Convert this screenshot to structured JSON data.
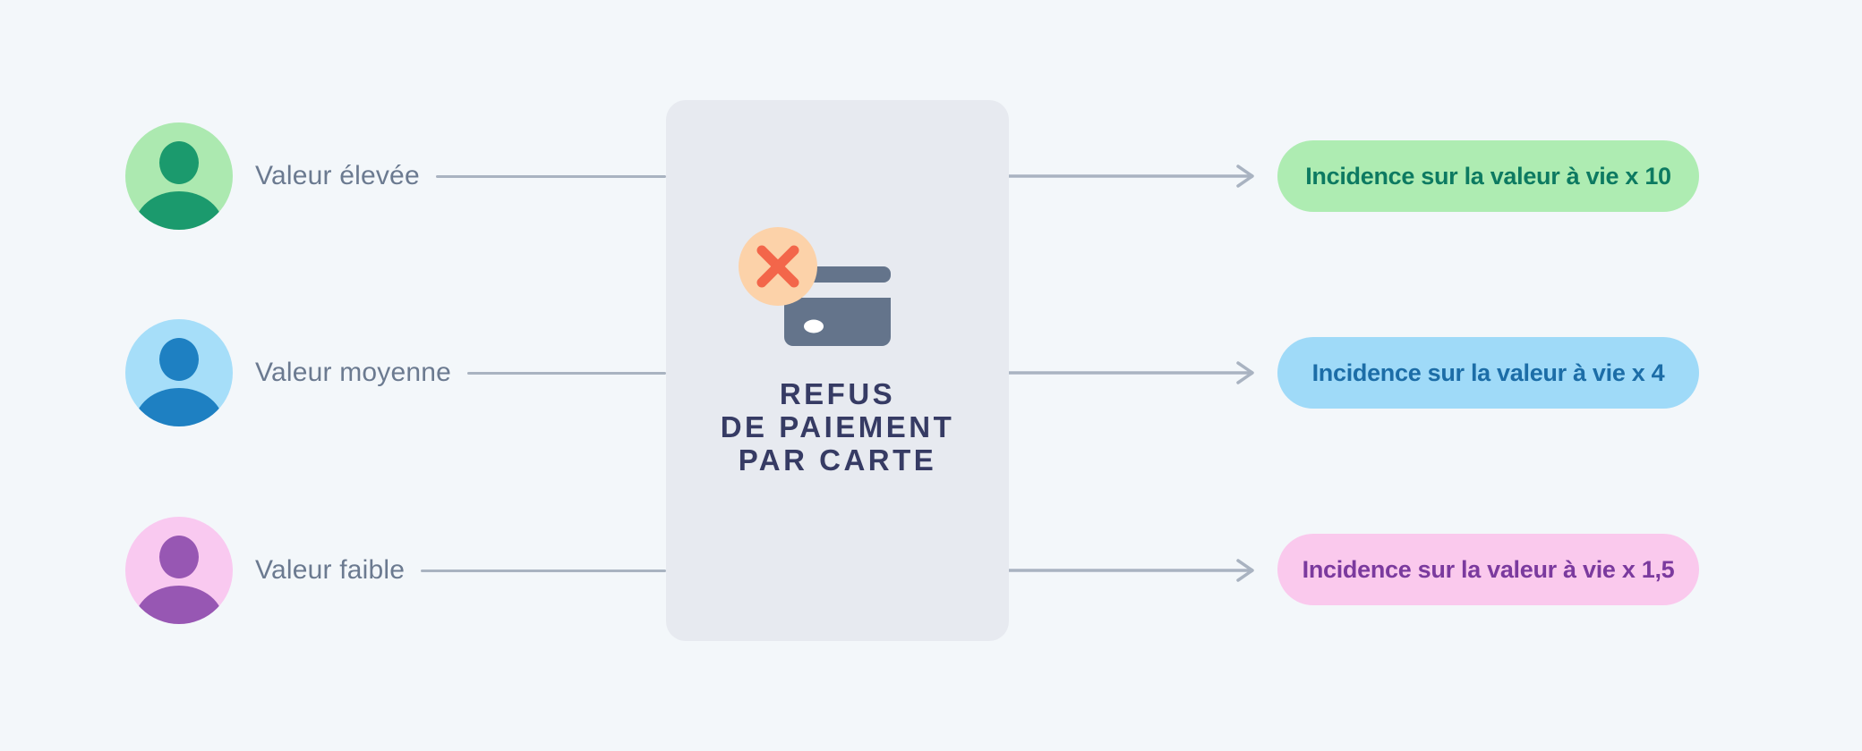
{
  "diagram": {
    "center": {
      "title_lines": [
        "REFUS",
        "DE PAIEMENT",
        "PAR CARTE"
      ],
      "icon": "declined-credit-card"
    },
    "rows": [
      {
        "id": "high-value",
        "label": "Valeur élevée",
        "result": "Incidence sur la valeur à vie x 10",
        "multiplier": "x 10",
        "avatar_bg": "#ace9b0",
        "avatar_fg": "#1b9a6d",
        "pill_bg": "#aeecb2",
        "pill_fg": "#0d7a61"
      },
      {
        "id": "medium-value",
        "label": "Valeur moyenne",
        "result": "Incidence sur la valeur à vie x 4",
        "multiplier": "x 4",
        "avatar_bg": "#a6def9",
        "avatar_fg": "#1e80c2",
        "pill_bg": "#9fdaf8",
        "pill_fg": "#1c6da7"
      },
      {
        "id": "low-value",
        "label": "Valeur faible",
        "result": "Incidence sur la valeur à vie x 1,5",
        "multiplier": "x 1,5",
        "avatar_bg": "#f9c9f0",
        "avatar_fg": "#9757b3",
        "pill_bg": "#fac9ed",
        "pill_fg": "#7b3a9e"
      }
    ],
    "colors": {
      "background": "#f3f7fa",
      "card": "#e7eaf0",
      "line": "#a9b3c1",
      "label_text": "#6b7a90",
      "title_text": "#363b64",
      "badge_circle": "#fcd2a9",
      "badge_x": "#f3664a",
      "credit_card_icon": "#64748b"
    }
  }
}
